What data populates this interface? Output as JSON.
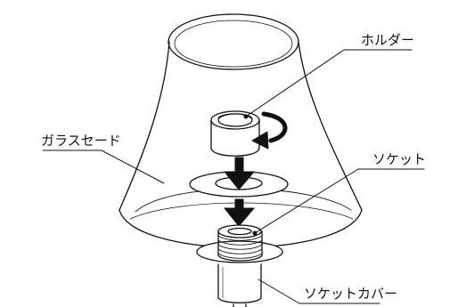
{
  "labels": {
    "holder": "ホルダー",
    "glass_shade": "ガラスセード",
    "socket": "ソケット",
    "socket_cover": "ソケットカバー"
  },
  "colors": {
    "line": "#111111",
    "background": "#ffffff",
    "arrow": "#111111"
  },
  "icons": {
    "rotate": "rotate-arrow-icon",
    "insert_arrow": "down-arrow-icon"
  }
}
